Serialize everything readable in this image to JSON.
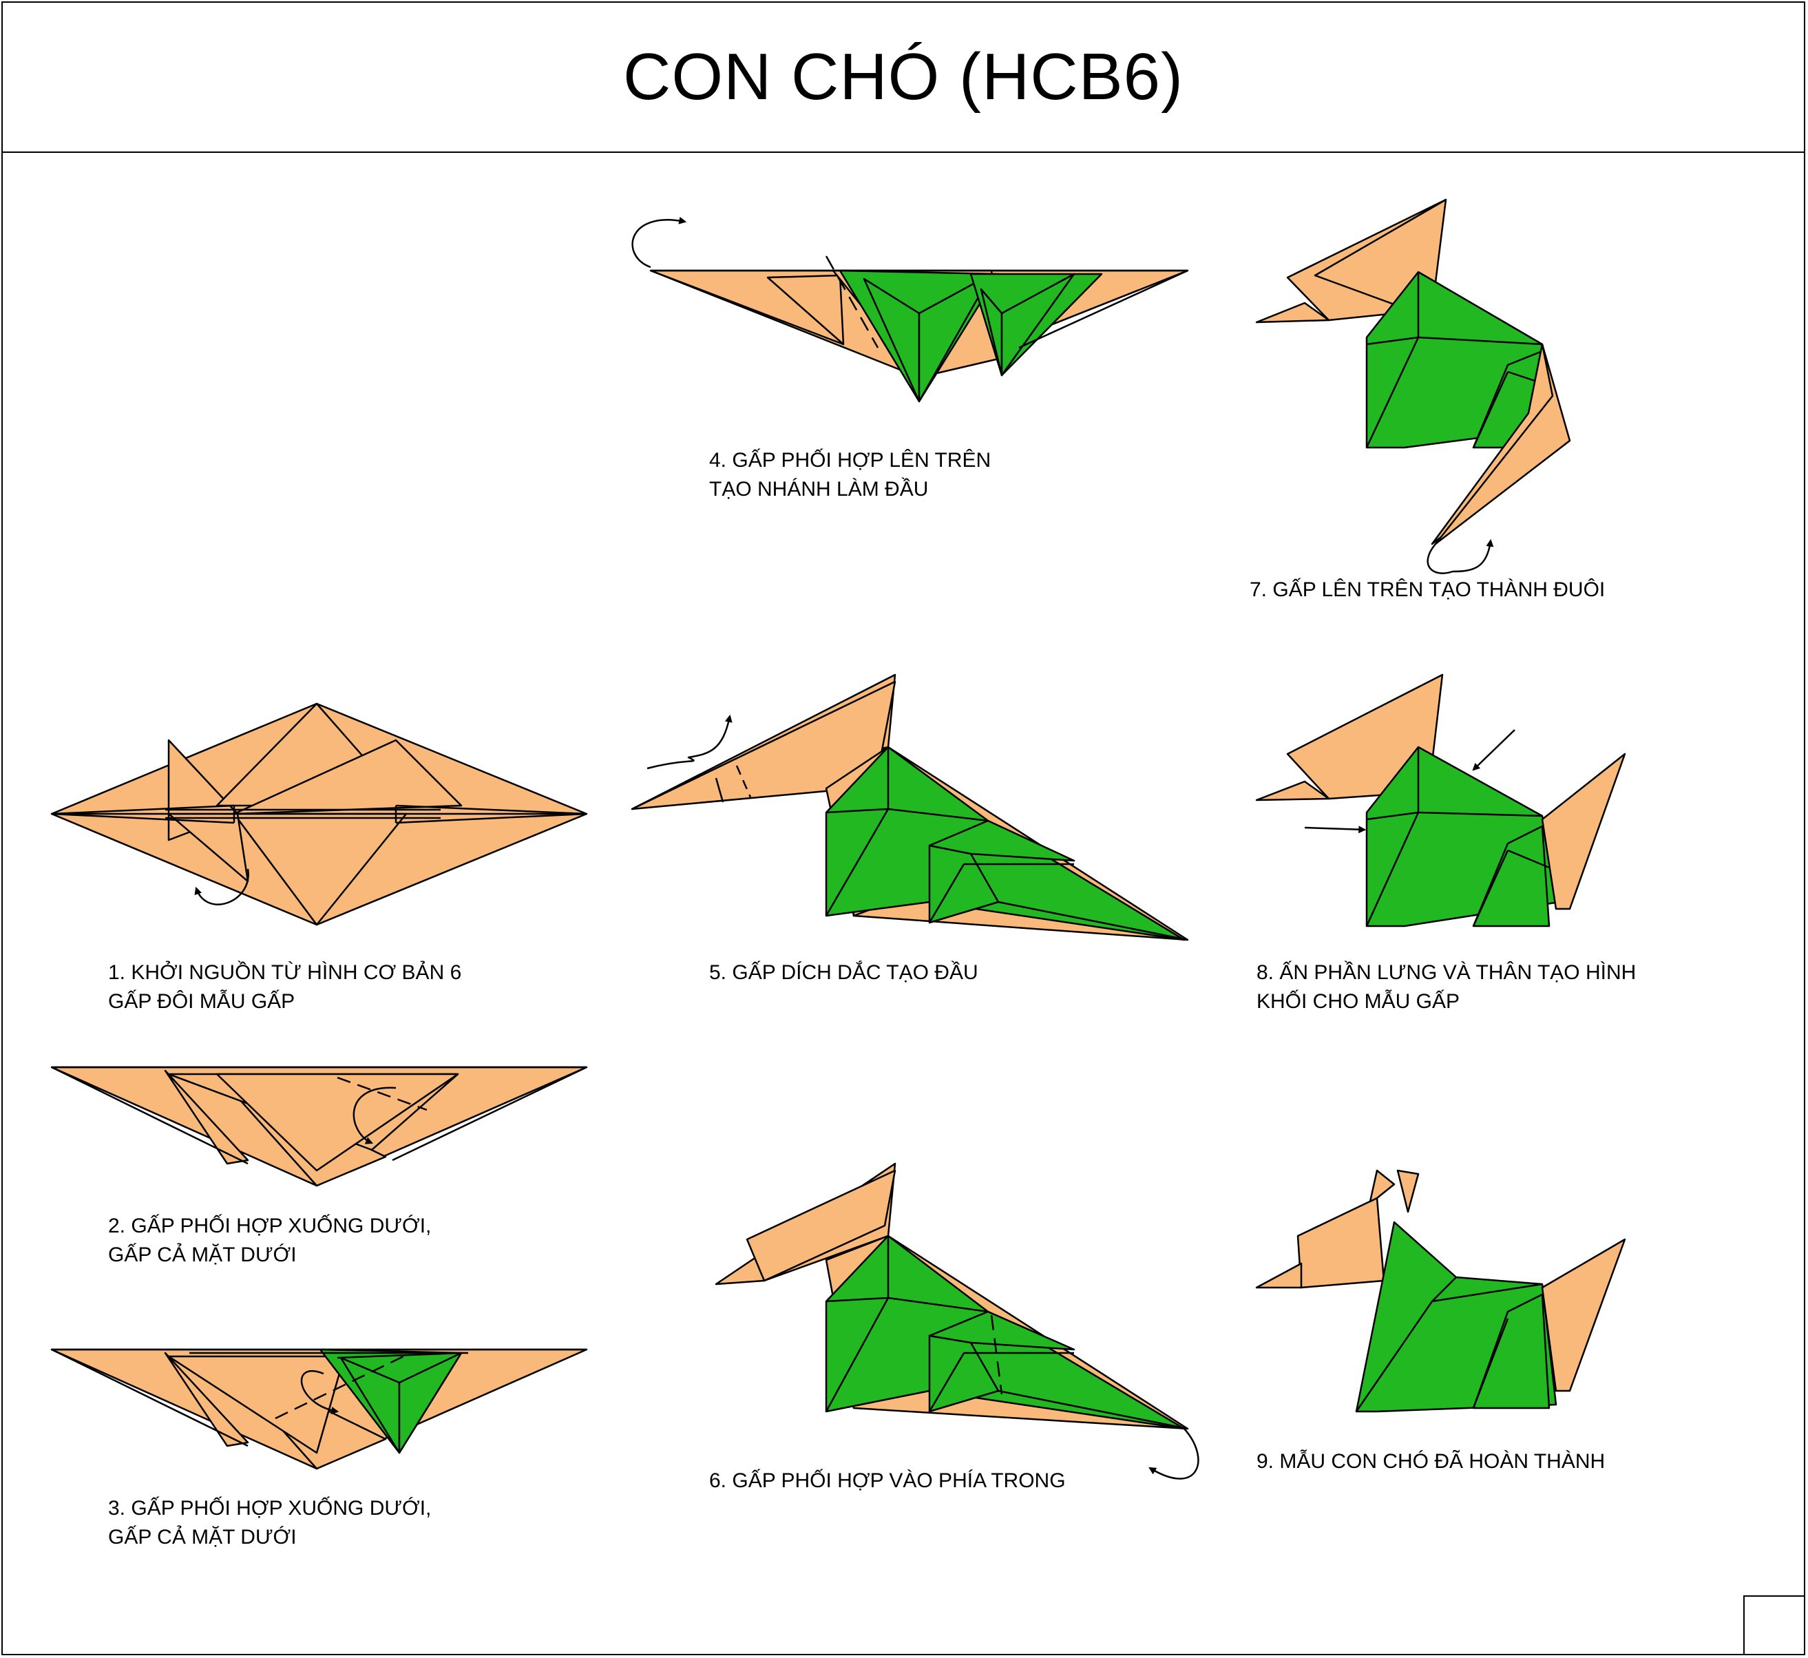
{
  "title": "CON CHÓ (HCB6)",
  "colors": {
    "paper_front": "#F9B97A",
    "paper_back": "#22B822",
    "line": "#000000"
  },
  "steps": [
    {
      "number": 1,
      "lines": [
        "1. KHỞI NGUỒN TỪ HÌNH CƠ BẢN 6",
        "GẤP ĐÔI MẪU GẤP"
      ]
    },
    {
      "number": 2,
      "lines": [
        "2. GẤP PHỐI HỢP XUỐNG DƯỚI,",
        "GẤP CẢ MẶT DƯỚI"
      ]
    },
    {
      "number": 3,
      "lines": [
        "3. GẤP PHỐI HỢP XUỐNG DƯỚI,",
        "GẤP CẢ MẶT DƯỚI"
      ]
    },
    {
      "number": 4,
      "lines": [
        "4. GẤP PHỐI HỢP LÊN TRÊN",
        "TẠO NHÁNH LÀM ĐẦU"
      ]
    },
    {
      "number": 5,
      "lines": [
        "5. GẤP DÍCH DẮC TẠO ĐẦU"
      ]
    },
    {
      "number": 6,
      "lines": [
        "6. GẤP PHỐI HỢP VÀO PHÍA TRONG"
      ]
    },
    {
      "number": 7,
      "lines": [
        "7. GẤP LÊN TRÊN TẠO THÀNH ĐUÔI"
      ]
    },
    {
      "number": 8,
      "lines": [
        "8. ẤN PHẦN LƯNG VÀ THÂN TẠO HÌNH",
        "KHỐI CHO MẪU GẤP"
      ]
    },
    {
      "number": 9,
      "lines": [
        "9. MẪU CON CHÓ ĐÃ HOÀN THÀNH"
      ]
    }
  ]
}
